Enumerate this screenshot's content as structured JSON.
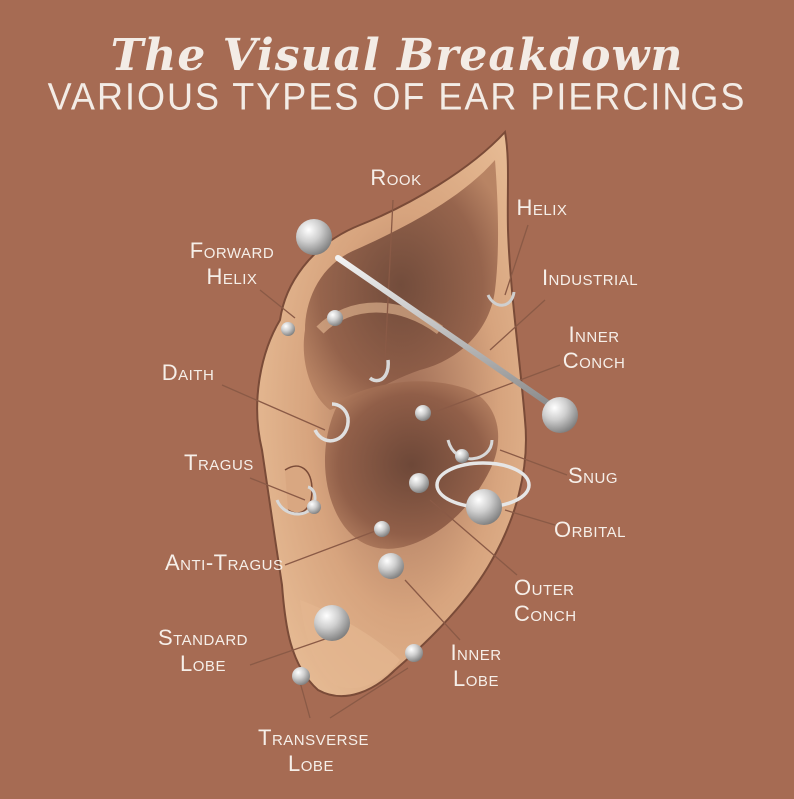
{
  "title": "The Visual Breakdown",
  "subtitle": "VARIOUS TYPES OF EAR PIERCINGS",
  "labels": {
    "rook": [
      "Rook"
    ],
    "helix": [
      "Helix"
    ],
    "forward_helix": [
      "Forward",
      "Helix"
    ],
    "industrial": [
      "Industrial"
    ],
    "inner_conch": [
      "Inner",
      "Conch"
    ],
    "daith": [
      "Daith"
    ],
    "tragus": [
      "Tragus"
    ],
    "snug": [
      "Snug"
    ],
    "orbital": [
      "Orbital"
    ],
    "anti_tragus": [
      "Anti-Tragus"
    ],
    "outer_conch": [
      "Outer",
      "Conch"
    ],
    "standard_lobe": [
      "Standard",
      "Lobe"
    ],
    "inner_lobe": [
      "Inner",
      "Lobe"
    ],
    "transverse_lobe": [
      "Transverse",
      "Lobe"
    ]
  },
  "colors": {
    "background": "#a66b53",
    "skin_light": "#e2b58f",
    "skin_mid": "#c98f6b",
    "skin_dark": "#6e4434",
    "metal": "#d8d8d8",
    "text": "#f6efe9"
  }
}
